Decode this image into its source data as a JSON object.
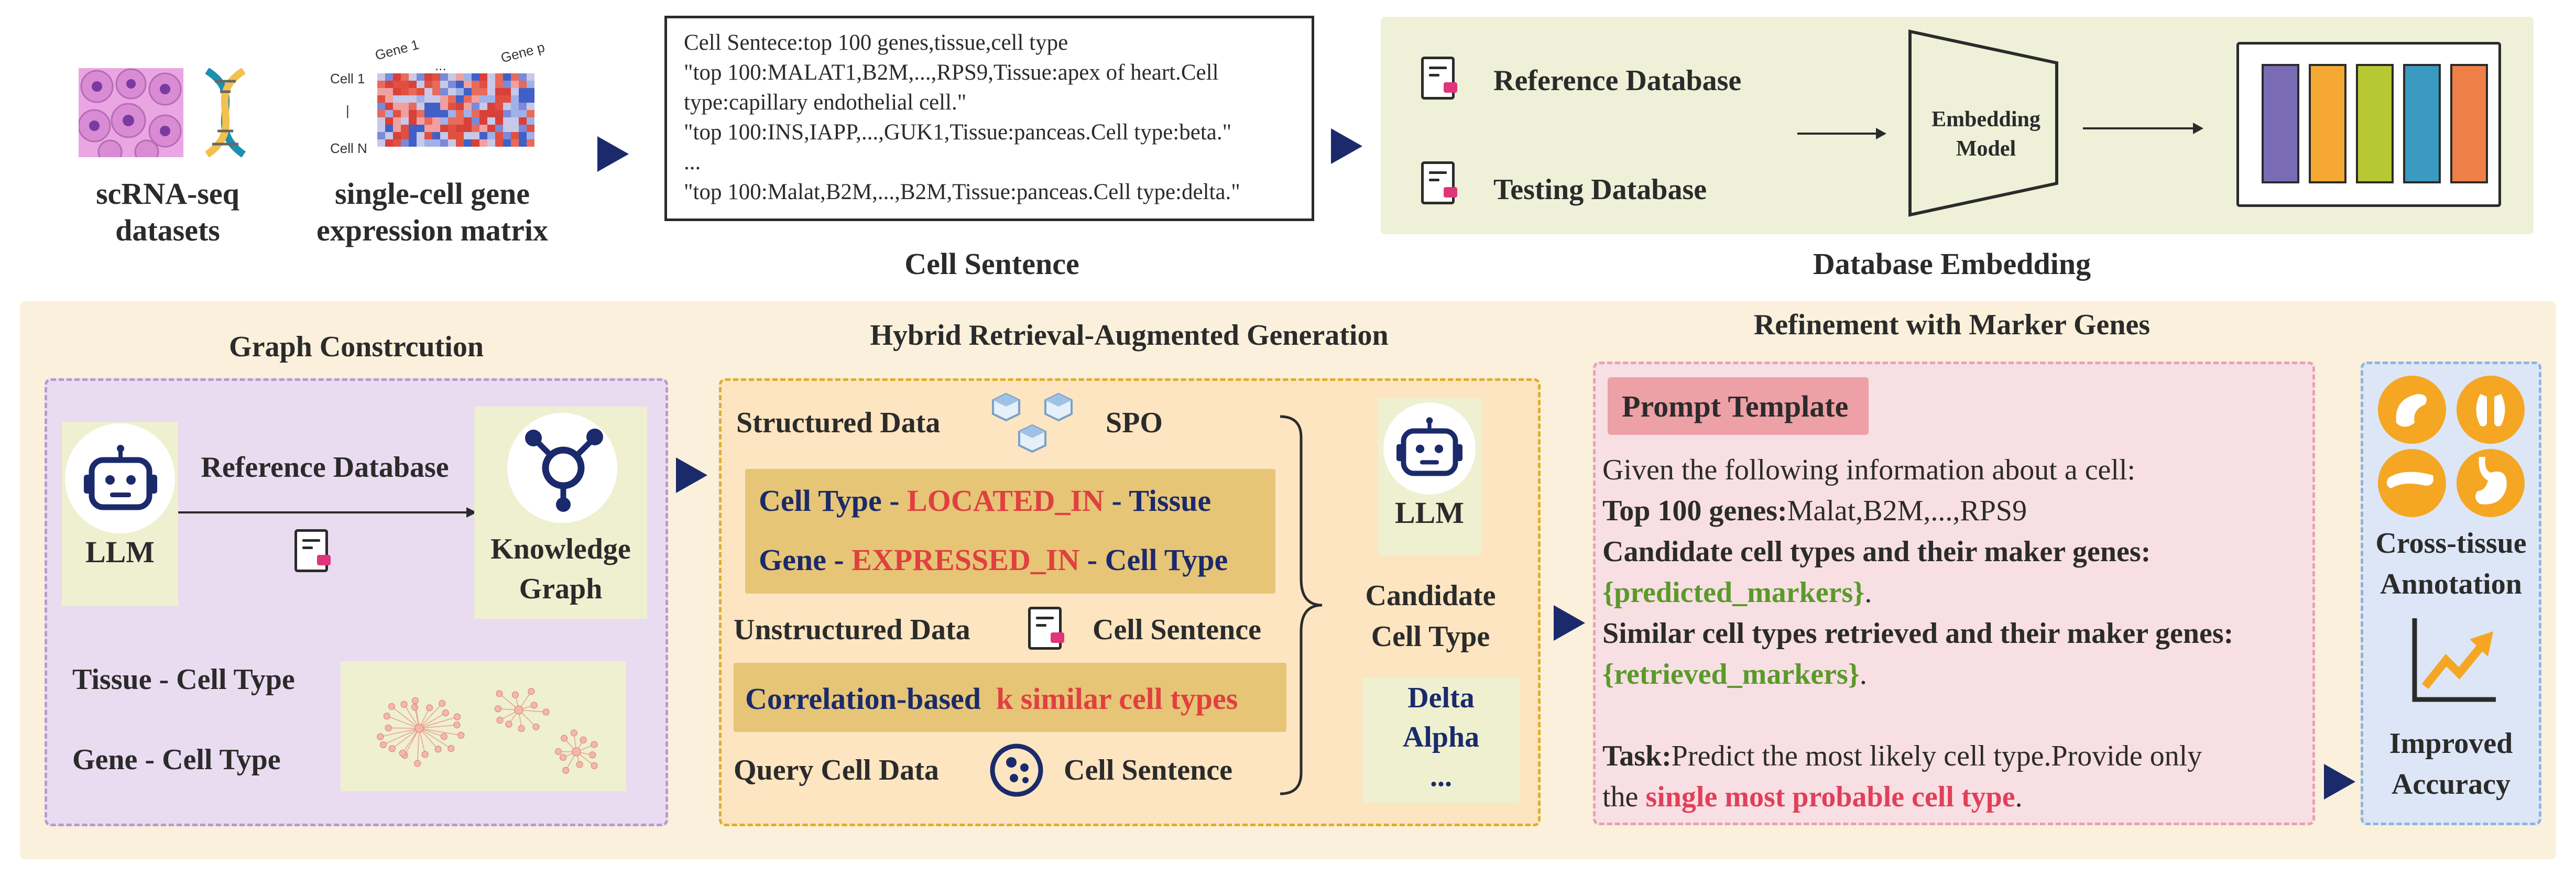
{
  "top": {
    "scrna_label": "scRNA-seq\ndatasets",
    "matrix": {
      "label": "single-cell gene\nexpression matrix",
      "gene1": "Gene 1",
      "gene_dots": "...",
      "genep": "Gene p",
      "cell1": "Cell 1",
      "cell_dots": "|",
      "celln": "Cell N"
    },
    "cell_sentence": {
      "title": "Cell Sentence",
      "lines": [
        "Cell Sentece:top 100 genes,tissue,cell type",
        "\"top 100:MALAT1,B2M,...,RPS9,Tissue:apex of heart.Cell",
        "type:capillary endothelial cell.\"",
        "\"top 100:INS,IAPP,...,GUK1,Tissue:panceas.Cell type:beta.\"",
        "...",
        "\"top 100:Malat,B2M,...,B2M,Tissue:panceas.Cell type:delta.\""
      ]
    },
    "db_embedding": {
      "title": "Database Embedding",
      "reference": "Reference Database",
      "testing": "Testing Database",
      "model": "Embedding\nModel",
      "bar_colors": [
        "#7a6bb5",
        "#f5a832",
        "#b8c832",
        "#3a9ac0",
        "#ee8048"
      ]
    }
  },
  "graph": {
    "title": "Graph Constrcution",
    "llm": "LLM",
    "reference": "Reference Database",
    "kg": "Knowledge\nGraph",
    "tissue_cell": "Tissue - Cell Type",
    "gene_cell": "Gene - Cell Type"
  },
  "rag": {
    "title": "Hybrid Retrieval-Augmented Generation",
    "structured": "Structured Data",
    "spo": "SPO",
    "row1": {
      "a": "Cell Type - ",
      "b": "LOCATED_IN",
      "c": " - Tissue"
    },
    "row2": {
      "a": "Gene - ",
      "b": "EXPRESSED_IN",
      "c": " - Cell Type"
    },
    "unstructured": "Unstructured Data",
    "cell_sentence": "Cell Sentence",
    "corr": {
      "a": "Correlation-based",
      "b": "k similar cell types"
    },
    "query": "Query Cell Data",
    "query_sentence": "Cell Sentence",
    "llm": "LLM",
    "candidate": "Candidate\nCell Type",
    "candidates": [
      "Delta",
      "Alpha",
      "..."
    ]
  },
  "refine": {
    "title": "Refinement with Marker Genes",
    "prompt_title": "Prompt Template",
    "given": "Given the following information about a cell:",
    "top100_label": "Top 100 genes:",
    "top100_value": "Malat,B2M,...,RPS9",
    "cand_label": "Candidate cell types and their maker genes:",
    "predicted": "{predicted_markers}",
    "similar_label": "Similar cell types retrieved and their maker genes:",
    "retrieved": "{retrieved_markers}",
    "period": ".",
    "task_label": "Task:",
    "task_text": "Predict the most likely cell type.Provide only",
    "the": "the ",
    "single": "single most probable cell type",
    "end": "."
  },
  "result": {
    "cross": "Cross-tissue\nAnnotation",
    "improved": "Improved\nAccuracy"
  },
  "colors": {
    "navy": "#1b2a6b",
    "red": "#e04040",
    "green": "#5a9a2a",
    "orange": "#f5a623",
    "bottom_bg": "#faf0dc",
    "db_bg": "#eef0d8"
  }
}
